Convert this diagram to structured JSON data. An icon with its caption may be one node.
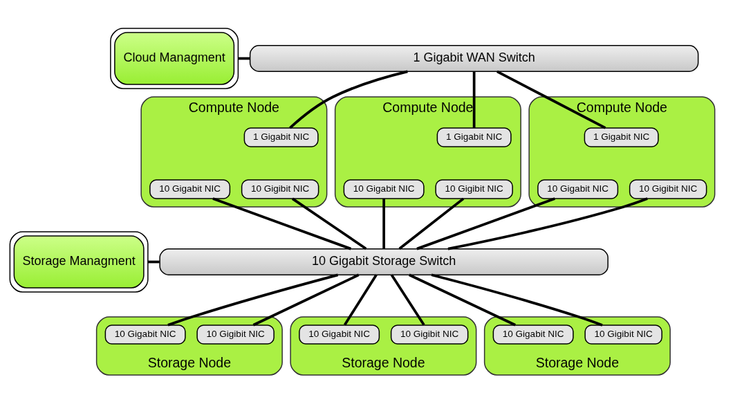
{
  "diagram": {
    "nodes": [
      {
        "text": [
          "Cloud Managment"
        ]
      },
      {
        "text": [
          "1 Gigabit WAN Switch"
        ]
      },
      {
        "text": [
          "Compute Node"
        ]
      },
      {
        "text": [
          "1 Gigabit NIC"
        ],
        "in": 2
      },
      {
        "text": [
          "10 Gigibit NIC"
        ],
        "in": 2
      },
      {
        "text": [
          "10 Gigabit NIC"
        ],
        "in": 2
      },
      {
        "text": [
          "Compute Node"
        ]
      },
      {
        "text": [
          "1 Gigabit NIC"
        ],
        "in": 6
      },
      {
        "text": [
          "10 Gigibit NIC"
        ],
        "in": 6
      },
      {
        "text": [
          "10 Gigabit NIC"
        ],
        "in": 6
      },
      {
        "text": [
          "Compute Node"
        ]
      },
      {
        "text": [
          "1 Gigabit NIC"
        ],
        "in": 10
      },
      {
        "text": [
          "10 Gigibit NIC"
        ],
        "in": 10
      },
      {
        "text": [
          "10 Gigabit NIC"
        ],
        "in": 10
      },
      {
        "text": [
          "Storage Managment"
        ]
      },
      {
        "text": [
          "10 Gigabit Storage Switch"
        ]
      },
      {
        "text": [
          "Storage Node"
        ]
      },
      {
        "text": [
          "10 Gigibit NIC"
        ],
        "in": 16
      },
      {
        "text": [
          "10 Gigabit NIC"
        ],
        "in": 16
      },
      {
        "text": [
          "Storage Node"
        ]
      },
      {
        "text": [
          "10 Gigibit NIC"
        ],
        "in": 19
      },
      {
        "text": [
          "10 Gigabit NIC"
        ],
        "in": 19
      },
      {
        "text": [
          "Storage Node"
        ]
      },
      {
        "text": [
          "10 Gigibit NIC"
        ],
        "in": 22
      },
      {
        "text": [
          "10 Gigabit NIC"
        ],
        "in": 22
      }
    ],
    "edges": [
      {
        "from": 0,
        "to": 1,
        "arrow": "none"
      },
      {
        "from": 1,
        "to": 3,
        "arrow": "none"
      },
      {
        "from": 1,
        "to": 7,
        "arrow": "none"
      },
      {
        "from": 1,
        "to": 11,
        "arrow": "none"
      },
      {
        "from": 4,
        "to": 15,
        "arrow": "none"
      },
      {
        "from": 5,
        "to": 15,
        "arrow": "none"
      },
      {
        "from": 8,
        "to": 15,
        "arrow": "none"
      },
      {
        "from": 9,
        "to": 15,
        "arrow": "none"
      },
      {
        "from": 12,
        "to": 15,
        "arrow": "none"
      },
      {
        "from": 13,
        "to": 15,
        "arrow": "none"
      },
      {
        "from": 14,
        "to": 15,
        "arrow": "none"
      },
      {
        "from": 15,
        "to": 17,
        "arrow": "none"
      },
      {
        "from": 15,
        "to": 18,
        "arrow": "none"
      },
      {
        "from": 15,
        "to": 20,
        "arrow": "none"
      },
      {
        "from": 15,
        "to": 21,
        "arrow": "none"
      },
      {
        "from": 15,
        "to": 23,
        "arrow": "none"
      },
      {
        "from": 15,
        "to": 24,
        "arrow": "none"
      }
    ]
  }
}
